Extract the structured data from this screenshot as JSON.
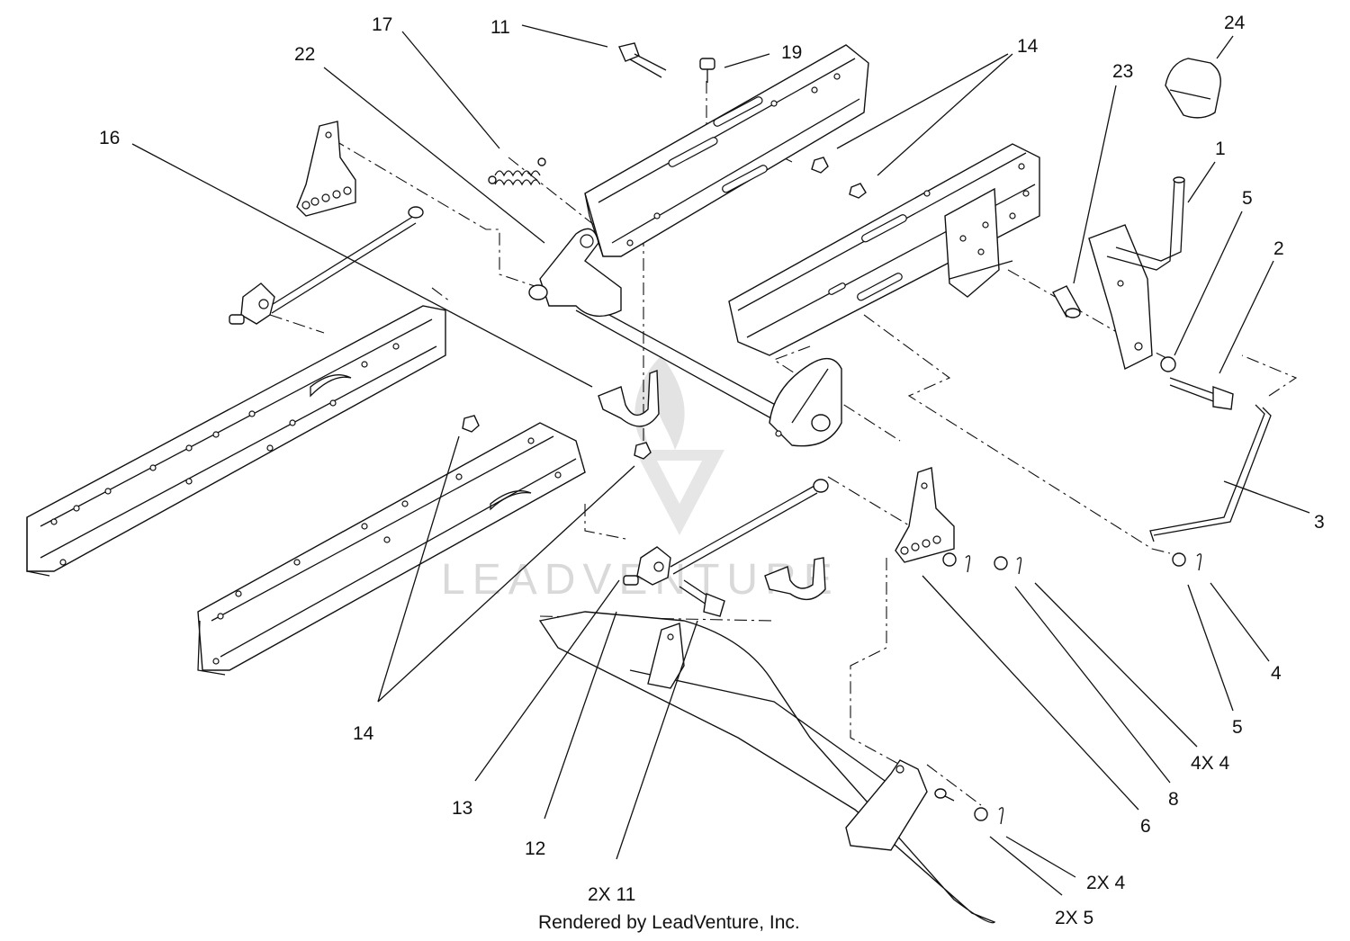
{
  "callouts": {
    "c17": "17",
    "c11_top": "11",
    "c19": "19",
    "c22": "22",
    "c14_top": "14",
    "c24": "24",
    "c23": "23",
    "c16": "16",
    "c1": "1",
    "c5_top": "5",
    "c2": "2",
    "c3": "3",
    "c4": "4",
    "c5_mid": "5",
    "c4x4": "4X 4",
    "c8": "8",
    "c6": "6",
    "c14_bottom": "14",
    "c13": "13",
    "c12": "12",
    "c2x11": "2X 11",
    "c2x4": "2X 4",
    "c2x5": "2X 5"
  },
  "watermark": {
    "text": "LEADVENTURE",
    "color": "#d9d9d9"
  },
  "footer": {
    "credit": "Rendered by LeadVenture, Inc."
  },
  "colors": {
    "ink": "#111111",
    "background": "#ffffff"
  }
}
